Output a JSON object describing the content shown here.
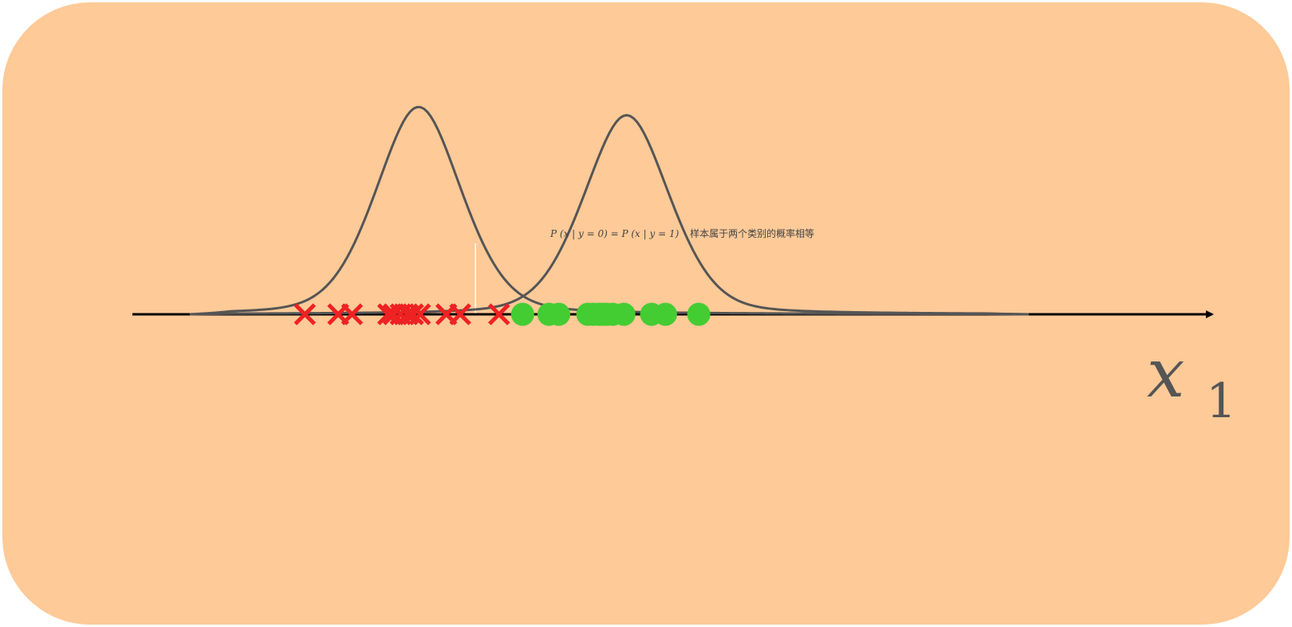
{
  "colors": {
    "background": "#FDCA98",
    "curve": "#555555",
    "axis": "#000000",
    "class0": "#EE2222",
    "class1": "#44CC33",
    "threshold": "#FFFFFF",
    "text": "#444444"
  },
  "class0_points": [
    -1.62,
    -1.38,
    -1.28,
    -1.02,
    -0.98,
    -0.93,
    -0.88,
    -0.84,
    -0.79,
    -0.6,
    -0.5,
    -0.22
  ],
  "class1_points": [
    -0.05,
    0.14,
    0.21,
    0.42,
    0.46,
    0.5,
    0.53,
    0.56,
    0.6,
    0.68,
    0.88,
    0.98,
    1.22
  ],
  "class0_distribution": {
    "mean": -0.8,
    "std": 0.32,
    "peak_height": 1.0
  },
  "class1_distribution": {
    "mean": 0.7,
    "std": 0.32,
    "peak_height": 0.96
  },
  "x_range": [
    -2.45,
    3.6
  ],
  "threshold_x": -0.39,
  "annotation": {
    "formula": "P (x | y  = 0) = P (x | y  = 1)",
    "text": "样本属于两个类别的概率相等"
  },
  "axis": {
    "label_var": "x",
    "label_sub": "1"
  }
}
